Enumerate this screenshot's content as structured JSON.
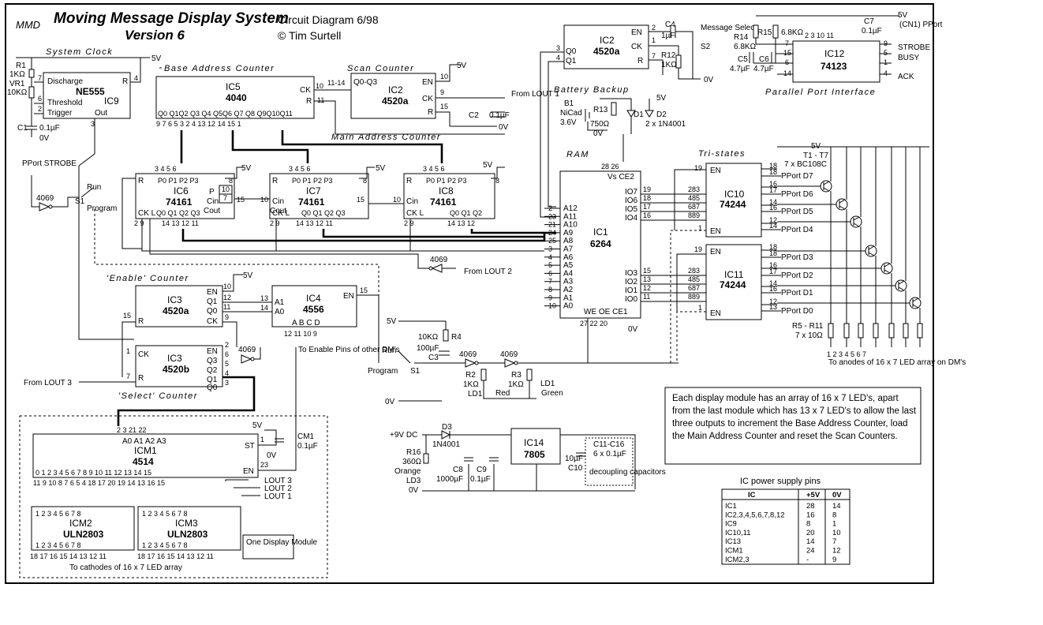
{
  "logo": "MMD",
  "title": "Moving Message Display System",
  "version": "Version 6",
  "diagram_label": "Circuit Diagram 6/98",
  "author": "© Tim Surtell",
  "sections": {
    "system_clock": "System Clock",
    "base_address_counter": "Base Address Counter",
    "scan_counter": "Scan Counter",
    "main_address_counter": "Main Address Counter",
    "battery_backup": "Battery Backup",
    "ram": "RAM",
    "tri_states": "Tri-states",
    "enable_counter": "'Enable' Counter",
    "select_counter": "'Select' Counter",
    "parallel_port_interface": "Parallel Port Interface"
  },
  "chips": {
    "ic9": {
      "ref": "IC9",
      "part": "NE555",
      "pins": [
        "Discharge",
        "Threshold",
        "Trigger",
        "Out",
        "R"
      ]
    },
    "ic5": {
      "ref": "IC5",
      "part": "4040"
    },
    "ic2_scan": {
      "ref": "IC2",
      "part": "4520a"
    },
    "ic2_msg": {
      "ref": "IC2",
      "part": "4520a"
    },
    "ic12": {
      "ref": "IC12",
      "part": "74123"
    },
    "ic6": {
      "ref": "IC6",
      "part": "74161"
    },
    "ic7": {
      "ref": "IC7",
      "part": "74161"
    },
    "ic8": {
      "ref": "IC8",
      "part": "74161"
    },
    "ic1": {
      "ref": "IC1",
      "part": "6264"
    },
    "ic10": {
      "ref": "IC10",
      "part": "74244"
    },
    "ic11": {
      "ref": "IC11",
      "part": "74244"
    },
    "ic3a": {
      "ref": "IC3",
      "part": "4520a"
    },
    "ic3b": {
      "ref": "IC3",
      "part": "4520b"
    },
    "ic4": {
      "ref": "IC4",
      "part": "4556"
    },
    "icm1": {
      "ref": "ICM1",
      "part": "4514"
    },
    "icm2": {
      "ref": "ICM2",
      "part": "ULN2803"
    },
    "icm3": {
      "ref": "ICM3",
      "part": "ULN2803"
    },
    "ic14": {
      "ref": "IC14",
      "part": "7805"
    }
  },
  "labels": {
    "five_v": "5V",
    "zero_v": "0V",
    "r1": "R1",
    "r1_val": "1KΩ",
    "vr1": "VR1",
    "vr1_val": "10KΩ",
    "c1": "C1",
    "c1_val": "0.1µF",
    "pport_strobe": "PPort STROBE",
    "inv_4069": "4069",
    "run": "Run",
    "program": "Program",
    "s1": "S1",
    "from_lout1": "From LOUT 1",
    "from_lout2": "From LOUT 2",
    "from_lout3": "From LOUT 3",
    "c2": "C2",
    "c2_val": "0.1µF",
    "c4": "C4",
    "c4_val": "1µF",
    "message_select": "Message Select",
    "s2": "S2",
    "r12": "R12",
    "r12_val": "1KΩ",
    "r14": "R14",
    "r14_val": "6.8KΩ",
    "r15": "R15",
    "r15_val": "6.8KΩ",
    "c5": "C5",
    "c5_val": "4.7µF",
    "c6": "C6",
    "c6_val": "4.7µF",
    "c7": "C7",
    "c7_val": "0.1µF",
    "cn1": "(CN1) PPort",
    "strobe": "STROBE",
    "busy": "BUSY",
    "ack": "ACK",
    "b1": "B1",
    "b1_type": "NiCad",
    "b1_val": "3.6V",
    "r13": "R13",
    "r13_val": "750Ω",
    "d1": "D1",
    "d2": "D2",
    "diodes": "2 x 1N4001",
    "transistors": "T1 - T7",
    "transistor_type": "7 x BC108C",
    "resistors": "R5 - R11",
    "resistor_val": "7 x 10Ω",
    "to_anodes": "To anodes of 16 x 7 LED array on DM's",
    "to_enable_pins": "To Enable Pins of other DM's",
    "r4": "R4",
    "r4_val": "10KΩ",
    "c3": "C3",
    "c3_val": "100µF",
    "r2": "R2",
    "r2_val": "1KΩ",
    "r3": "R3",
    "r3_val": "1KΩ",
    "ld1": "LD1",
    "red": "Red",
    "green": "Green",
    "cm1": "CM1",
    "cm1_val": "0.1µF",
    "lout1": "LOUT 1",
    "lout2": "LOUT 2",
    "lout3": "LOUT 3",
    "one_display_module": "One Display Module",
    "to_cathodes": "To cathodes of 16 x 7 LED array",
    "nine_v": "+9V DC",
    "d3": "D3",
    "d3_type": "1N4001",
    "r16": "R16",
    "r16_val": "360Ω",
    "orange": "Orange",
    "ld3": "LD3",
    "c8": "C8",
    "c8_val": "1000µF",
    "c9": "C9",
    "c9_val": "0.1µF",
    "c10": "C10",
    "c10_val": "10µF",
    "c11_16": "C11-C16",
    "c11_16_val": "6 x 0.1µF",
    "decoupling": "decoupling capacitors",
    "pport_d": [
      "PPort D7",
      "PPort D6",
      "PPort D5",
      "PPort D4",
      "PPort D3",
      "PPort D2",
      "PPort D1",
      "PPort D0"
    ],
    "ram_addr": [
      "A12",
      "A11",
      "A10",
      "A9",
      "A8",
      "A7",
      "A6",
      "A5",
      "A4",
      "A3",
      "A2",
      "A1",
      "A0"
    ],
    "ram_io_hi": [
      "IO7",
      "IO6",
      "IO5",
      "IO4"
    ],
    "ram_io_lo": [
      "IO3",
      "IO2",
      "IO1",
      "IO0"
    ],
    "ram_ctrl": [
      "WE",
      "OE",
      "CE1"
    ],
    "en": "EN",
    "en_bar": "EN"
  },
  "note": "Each display module has an array of 16 x 7 LED's, apart from the last module which has 13 x 7 LED's to allow the last three outputs to increment the Base Address Counter, load the Main Address Counter and reset the Scan Counters.",
  "power_table": {
    "title": "IC power supply pins",
    "headers": [
      "IC",
      "+5V",
      "0V"
    ],
    "rows": [
      [
        "IC1",
        "28",
        "14"
      ],
      [
        "IC2,3,4,5,6,7,8,12",
        "16",
        "8"
      ],
      [
        "IC9",
        "8",
        "1"
      ],
      [
        "IC10,11",
        "20",
        "10"
      ],
      [
        "IC13",
        "14",
        "7"
      ],
      [
        "ICM1",
        "24",
        "12"
      ],
      [
        "ICM2,3",
        "-",
        "9"
      ]
    ]
  }
}
